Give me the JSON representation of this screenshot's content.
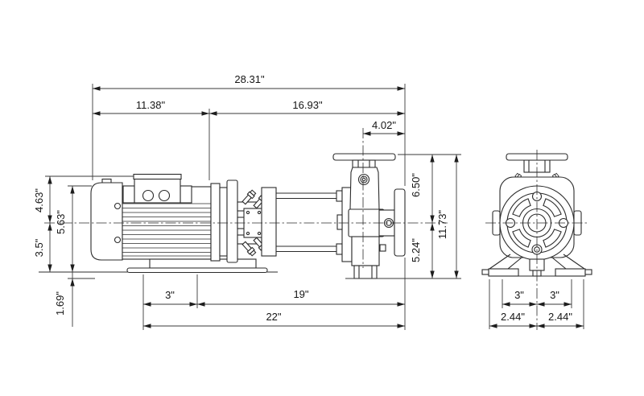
{
  "drawing": {
    "description_visible_text_only": true,
    "style": {
      "background": "#ffffff",
      "line_color": "#2b2b2b",
      "text_color": "#161616"
    }
  },
  "dims": {
    "top": {
      "overall": "28.31\"",
      "motor_section": "11.38\"",
      "pump_section": "16.93\"",
      "port_to_flange": "4.02\""
    },
    "left": {
      "box_to_centerline": "4.63\"",
      "motor_to_base": "5.63\"",
      "centerline_to_base": "3.5\"",
      "base_height": "1.69\""
    },
    "right": {
      "flange_to_centerline": "6.50\"",
      "centerline_to_foot": "5.24\"",
      "total_height": "11.73\""
    },
    "bottom": {
      "foot_spacing": "3\"",
      "foot_to_flange": "19\"",
      "overall_base": "22\""
    },
    "end_view": {
      "foot_left": "3\"",
      "foot_right": "3\"",
      "base_left": "2.44\"",
      "base_right": "2.44\""
    }
  }
}
